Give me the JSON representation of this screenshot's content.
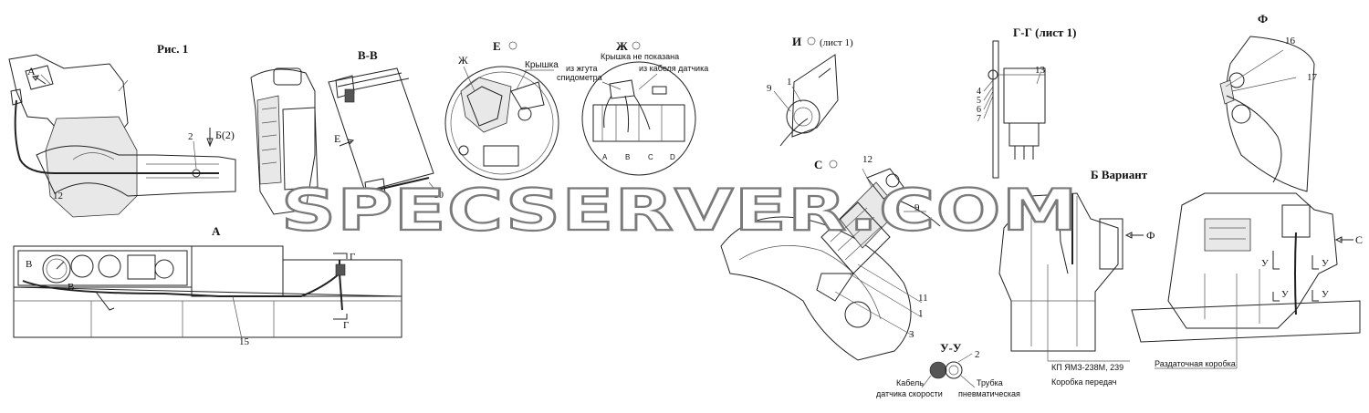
{
  "figure": {
    "title": "Рис. 1"
  },
  "views": {
    "bb": "В-В",
    "e": "Е",
    "zh": "Ж",
    "i": "И",
    "i_sheet": "(лист 1)",
    "gg": "Г-Г (лист 1)",
    "f": "Ф",
    "a": "А",
    "c": "С",
    "b_variant": "Б Вариант",
    "uu": "У-У"
  },
  "labels": {
    "arrow_a": "А",
    "b2": "Б(2)",
    "e_arrow": "Е",
    "zh_mark": "Ж",
    "cover": "Крышка",
    "cover_not_shown": "Крышка не показана",
    "from_harness_1": "из жгута",
    "from_harness_2": "спидометра",
    "from_sensor_cable": "из кабеля датчика",
    "pins": [
      "A",
      "B",
      "C",
      "D"
    ],
    "v_marks": [
      "В",
      "В"
    ],
    "g_marks": [
      "Г",
      "Г"
    ],
    "u_marks": [
      "У",
      "У",
      "У",
      "У"
    ],
    "f_arrow": "Ф",
    "c_arrow": "С",
    "gearbox_model": "КП ЯМЗ-238М, 239",
    "gearbox": "Коробка передач",
    "transfer_case": "Раздаточная коробка",
    "speed_cable_1": "Кабель",
    "speed_cable_2": "датчика скорости",
    "pneumatic_tube_1": "Трубка",
    "pneumatic_tube_2": "пневматическая"
  },
  "callouts": [
    "2",
    "12",
    "10",
    "15",
    "1",
    "9",
    "4",
    "5",
    "6",
    "7",
    "13",
    "16",
    "17",
    "12",
    "9",
    "11",
    "1",
    "3",
    "2"
  ],
  "watermark": "SPECSERVER.COM"
}
